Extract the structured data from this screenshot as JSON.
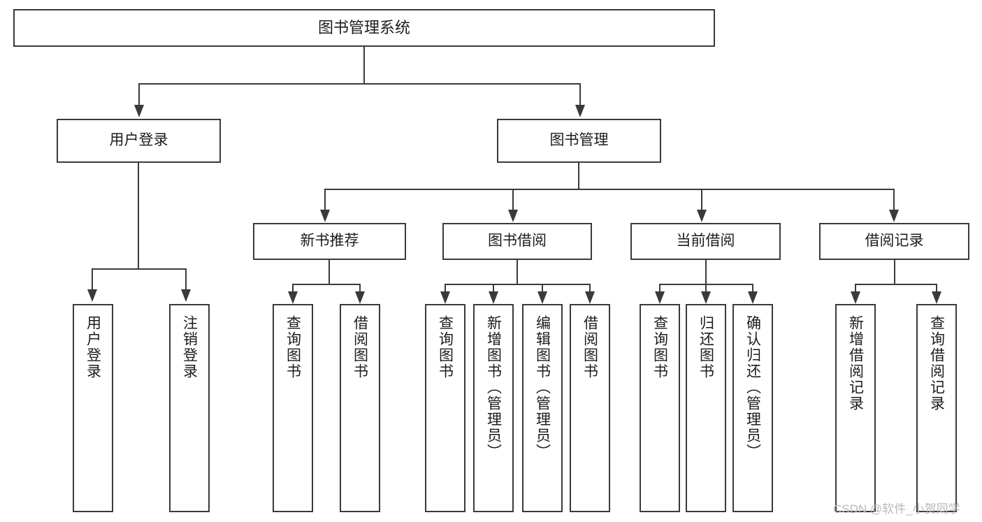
{
  "diagram": {
    "title": "图书管理系统",
    "type": "tree-hierarchy-diagram",
    "colors": {
      "stroke": "#3a3a3a",
      "text": "#1c1c1c",
      "background": "#ffffff",
      "watermark": "#b9b9b9"
    },
    "root": {
      "label": "图书管理系统"
    },
    "level2": [
      {
        "label": "用户登录"
      },
      {
        "label": "图书管理"
      }
    ],
    "level3": [
      {
        "label": "新书推荐"
      },
      {
        "label": "图书借阅"
      },
      {
        "label": "当前借阅"
      },
      {
        "label": "借阅记录"
      }
    ],
    "leaves": {
      "user_login": [
        {
          "label": "用户登录"
        },
        {
          "label": "注销登录"
        }
      ],
      "new_book_recommend": [
        {
          "label": "查询图书"
        },
        {
          "label": "借阅图书"
        }
      ],
      "book_borrow": [
        {
          "label": "查询图书"
        },
        {
          "label": "新增图书（管理员）"
        },
        {
          "label": "编辑图书（管理员）"
        },
        {
          "label": "借阅图书"
        }
      ],
      "current_borrow": [
        {
          "label": "查询图书"
        },
        {
          "label": "归还图书"
        },
        {
          "label": "确认归还（管理员）"
        }
      ],
      "borrow_record": [
        {
          "label": "新增借阅记录"
        },
        {
          "label": "查询借阅记录"
        }
      ]
    }
  },
  "watermark": {
    "text": "CSDN @软件_小贺同学"
  }
}
